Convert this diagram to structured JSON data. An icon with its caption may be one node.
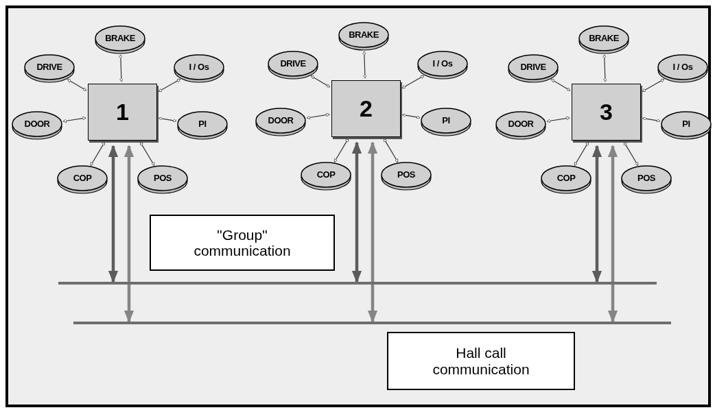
{
  "diagram": {
    "nodes": [
      {
        "text": [
          "BRAKE"
        ]
      },
      {
        "text": [
          "DRIVE"
        ]
      },
      {
        "text": [
          "I / Os"
        ]
      },
      {
        "text": [
          "DOOR"
        ]
      },
      {
        "text": [
          "1"
        ]
      },
      {
        "text": [
          "PI"
        ]
      },
      {
        "text": [
          "COP"
        ]
      },
      {
        "text": [
          "POS"
        ]
      },
      {
        "text": [
          "BRAKE"
        ]
      },
      {
        "text": [
          "DRIVE"
        ]
      },
      {
        "text": [
          "I / Os"
        ]
      },
      {
        "text": [
          "DOOR"
        ]
      },
      {
        "text": [
          "2"
        ]
      },
      {
        "text": [
          "PI"
        ]
      },
      {
        "text": [
          "COP"
        ]
      },
      {
        "text": [
          "POS"
        ]
      },
      {
        "text": [
          "BRAKE"
        ]
      },
      {
        "text": [
          "DRIVE"
        ]
      },
      {
        "text": [
          "I / Os"
        ]
      },
      {
        "text": [
          "DOOR"
        ]
      },
      {
        "text": [
          "3"
        ]
      },
      {
        "text": [
          "PI"
        ]
      },
      {
        "text": [
          "COP"
        ]
      },
      {
        "text": [
          "POS"
        ]
      },
      {
        "text": [
          "\"Group\" communication"
        ]
      },
      {
        "text": [],
        "shape": "bar"
      },
      {
        "text": [],
        "shape": "bar"
      },
      {
        "text": [
          "Hall call communication"
        ]
      }
    ],
    "edges": [
      {
        "from": 0,
        "to": 4,
        "arrow": "both"
      },
      {
        "from": 1,
        "to": 4,
        "arrow": "both"
      },
      {
        "from": 2,
        "to": 4,
        "arrow": "both"
      },
      {
        "from": 3,
        "to": 4,
        "arrow": "both"
      },
      {
        "from": 5,
        "to": 4,
        "arrow": "both"
      },
      {
        "from": 6,
        "to": 4,
        "arrow": "both"
      },
      {
        "from": 7,
        "to": 4,
        "arrow": "both"
      },
      {
        "from": 8,
        "to": 12,
        "arrow": "both"
      },
      {
        "from": 9,
        "to": 12,
        "arrow": "both"
      },
      {
        "from": 10,
        "to": 12,
        "arrow": "both"
      },
      {
        "from": 11,
        "to": 12,
        "arrow": "both"
      },
      {
        "from": 13,
        "to": 12,
        "arrow": "both"
      },
      {
        "from": 14,
        "to": 12,
        "arrow": "both"
      },
      {
        "from": 15,
        "to": 12,
        "arrow": "both"
      },
      {
        "from": 16,
        "to": 20,
        "arrow": "both"
      },
      {
        "from": 17,
        "to": 20,
        "arrow": "both"
      },
      {
        "from": 18,
        "to": 20,
        "arrow": "both"
      },
      {
        "from": 19,
        "to": 20,
        "arrow": "both"
      },
      {
        "from": 21,
        "to": 20,
        "arrow": "both"
      },
      {
        "from": 22,
        "to": 20,
        "arrow": "both"
      },
      {
        "from": 23,
        "to": 20,
        "arrow": "both"
      },
      {
        "from": 4,
        "to": 25,
        "arrow": "both",
        "style": "thick",
        "color": "#5c5c5c"
      },
      {
        "from": 4,
        "to": 26,
        "arrow": "both",
        "style": "thick",
        "color": "#858585"
      },
      {
        "from": 12,
        "to": 25,
        "arrow": "both",
        "style": "thick",
        "color": "#5c5c5c"
      },
      {
        "from": 12,
        "to": 26,
        "arrow": "both",
        "style": "thick",
        "color": "#858585"
      },
      {
        "from": 20,
        "to": 25,
        "arrow": "both",
        "style": "thick",
        "color": "#5c5c5c"
      },
      {
        "from": 20,
        "to": 26,
        "arrow": "both",
        "style": "thick",
        "color": "#858585"
      }
    ]
  }
}
